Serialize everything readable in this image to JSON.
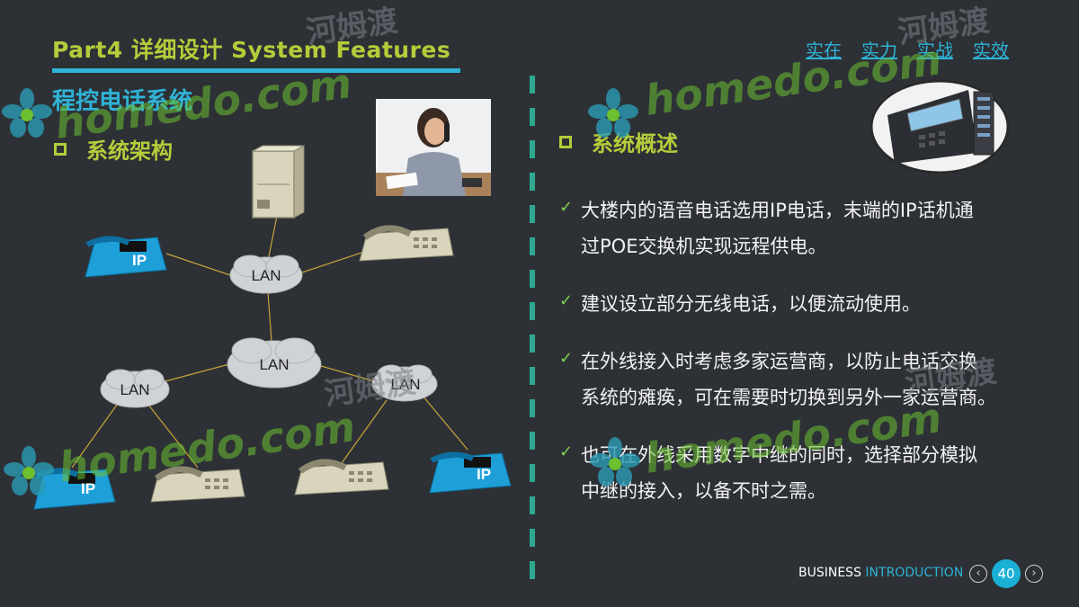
{
  "header": {
    "title": "Part4 详细设计 System Features",
    "tagline": [
      "实在",
      "实力",
      "实战",
      "实效"
    ]
  },
  "left": {
    "section_title": "程控电话系统",
    "sub_heading": "系统架构",
    "diagram": {
      "lan_labels": [
        "LAN",
        "LAN",
        "LAN",
        "LAN"
      ],
      "ip_labels": [
        "IP",
        "IP",
        "IP"
      ]
    }
  },
  "right": {
    "sub_heading": "系统概述",
    "bullets": [
      [
        "大楼内的语音电话选用IP电话，末端的IP话机通",
        "过POE交换机实现远程供电。"
      ],
      [
        "建议设立部分无线电话，以便流动使用。"
      ],
      [
        "在外线接入时考虑多家运营商，以防止电话交换",
        "系统的瘫痪，可在需要时切换到另外一家运营商。"
      ],
      [
        "也可在外线采用数字中继的同时，选择部分模拟",
        "中继的接入，以备不时之需。"
      ]
    ]
  },
  "footer": {
    "business": "BUSINESS",
    "introduction": "INTRODUCTION",
    "page": "40",
    "prev_icon": "‹",
    "next_icon": "›"
  },
  "watermark": {
    "latin": "homedo.com",
    "chinese": "河姆渡"
  },
  "colors": {
    "background": "#2d3136",
    "accent_green": "#b5cc3a",
    "accent_blue": "#2fb3d6",
    "divider": "#2ea88e",
    "ip_phone": "#1e9fd8"
  }
}
